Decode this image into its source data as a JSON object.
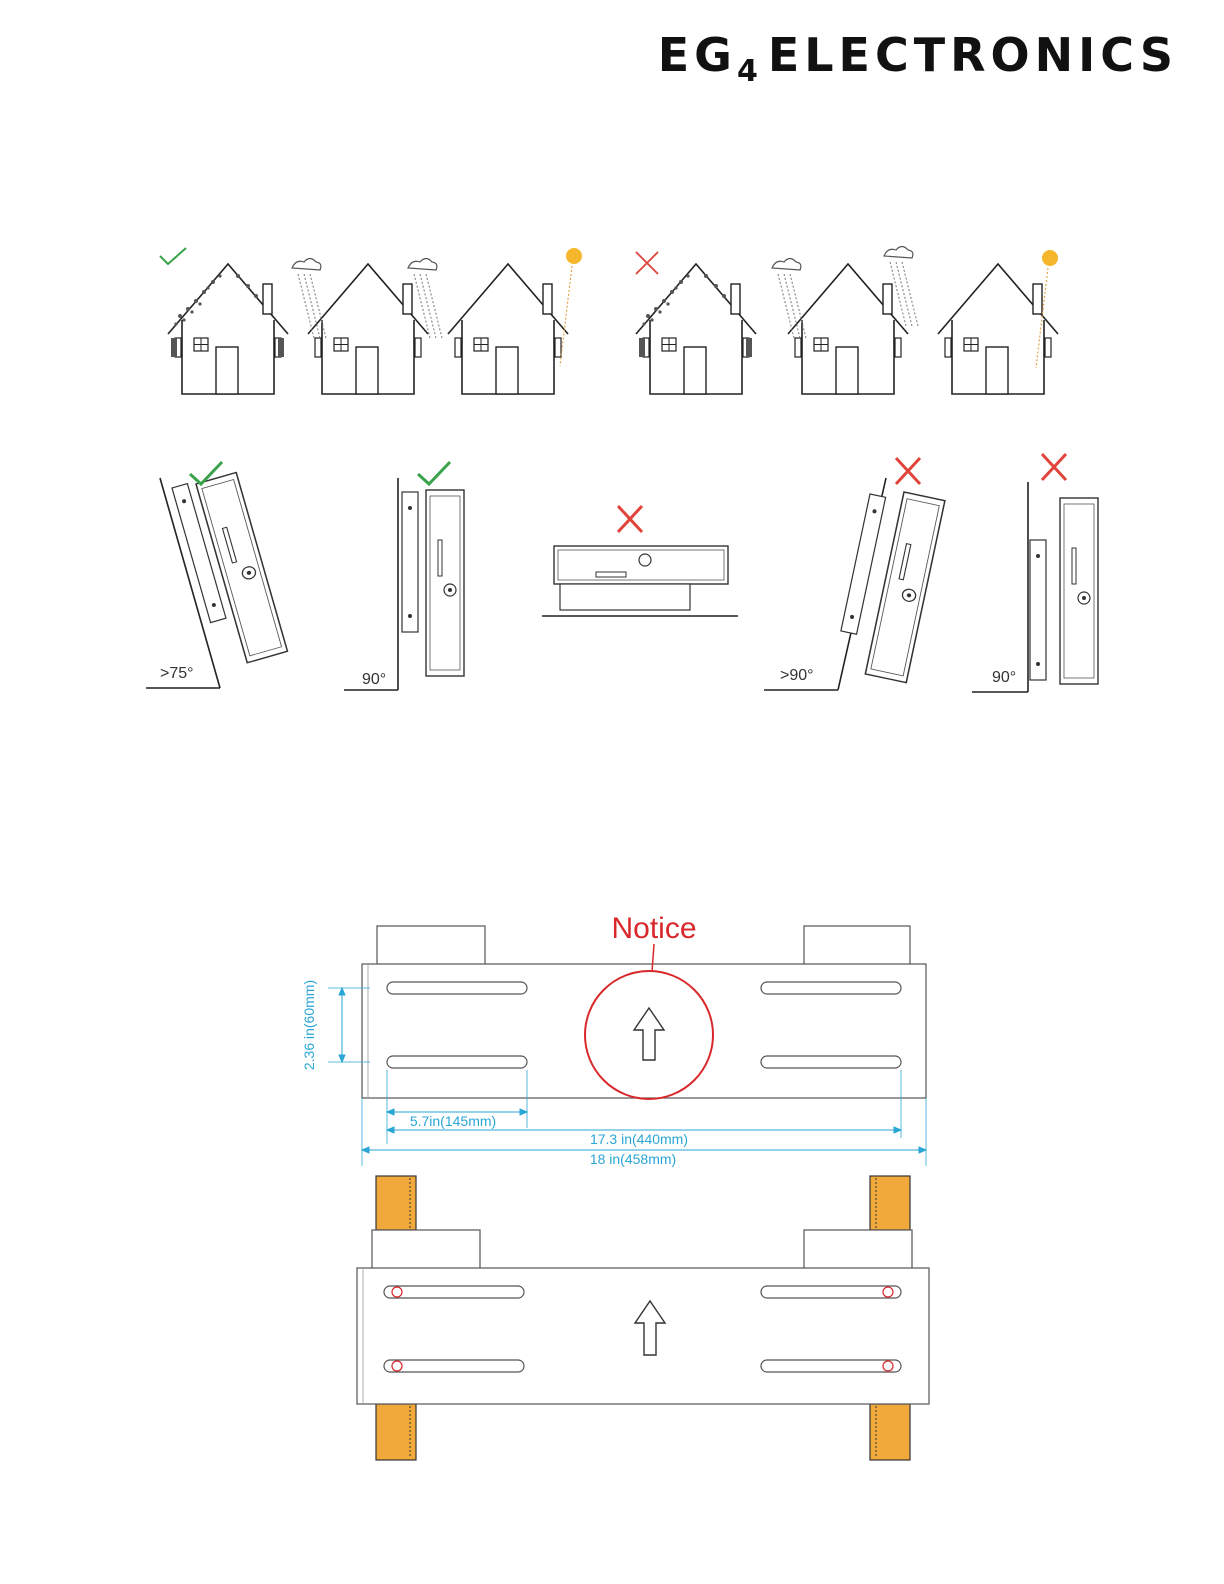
{
  "header": {
    "brand_main": "EG",
    "brand_sub": "4",
    "brand_rest": "ELECTRONICS"
  },
  "environment_figure": {
    "good_mark": "checkmark-icon",
    "bad_mark": "x-mark-icon",
    "colors": {
      "good": "#3aa24a",
      "bad": "#e0443a",
      "sun": "#f4b62a"
    }
  },
  "angle_figure": {
    "labels": [
      ">75°",
      "90°",
      ">90°",
      "90°"
    ]
  },
  "bracket_figure": {
    "notice_label": "Notice",
    "dim_vertical": "2.36 in(60mm)",
    "dim_hole": "5.7in(145mm)",
    "dim_inner": "17.3 in(440mm)",
    "dim_outer": "18 in(458mm)",
    "colors": {
      "dimension": "#2aa6d6",
      "notice": "#d9282c",
      "stud": "#f2a93b"
    }
  }
}
